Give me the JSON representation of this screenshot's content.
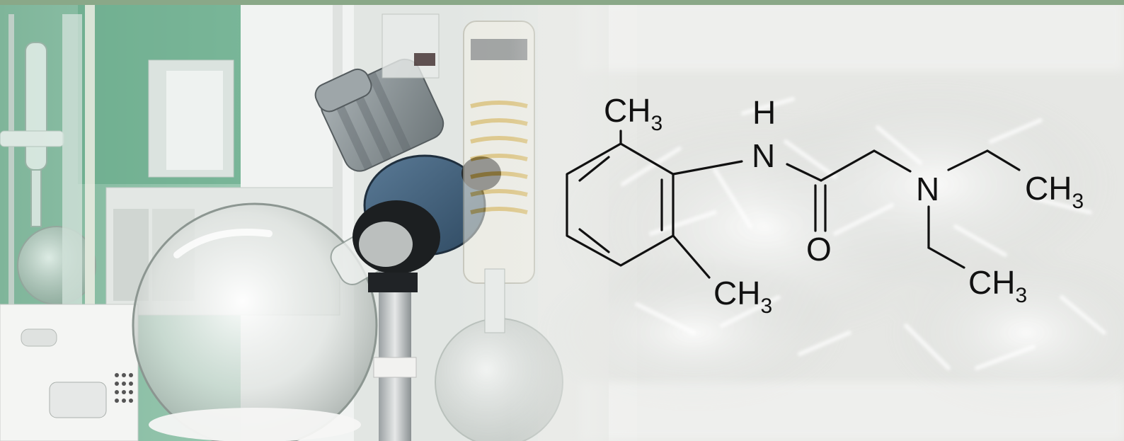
{
  "molecule": {
    "labels": {
      "top_methyl": "CH",
      "top_methyl_sub": "3",
      "amide_h": "H",
      "amide_n": "N",
      "carbonyl_o": "O",
      "amine_n": "N",
      "right_methyl": "CH",
      "right_methyl_sub": "3",
      "lower_right_methyl": "CH",
      "lower_right_methyl_sub": "3",
      "bottom_methyl": "CH",
      "bottom_methyl_sub": "3"
    },
    "bond_color": "#111111"
  },
  "colors": {
    "top_bar": "#8aa888",
    "lab_green": "#6fae8c",
    "lab_panel": "#d7dcd8",
    "crystal_bg": "#e9eae8",
    "motor_gray": "#8d9699",
    "motor_blue": "#3f5d78"
  }
}
